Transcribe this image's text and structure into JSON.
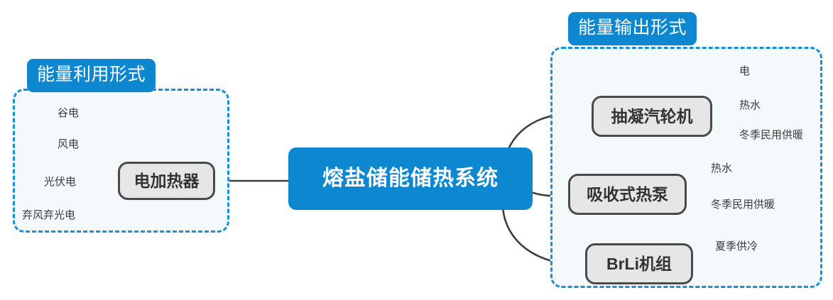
{
  "diagram": {
    "title_center": "熔盐储能储热系统",
    "groups": [
      {
        "id": "input",
        "tag_label": "能量利用形式"
      },
      {
        "id": "output",
        "tag_label": "能量输出形式"
      }
    ],
    "input_branch": {
      "node_label": "电加热器",
      "sources": [
        {
          "label": "谷电"
        },
        {
          "label": "风电"
        },
        {
          "label": "光伏电"
        },
        {
          "label": "弃风弃光电"
        }
      ]
    },
    "output_branches": [
      {
        "node_label": "抽凝汽轮机",
        "outputs": [
          {
            "label": "电"
          },
          {
            "label": "热水"
          },
          {
            "label": "冬季民用供暖"
          }
        ]
      },
      {
        "node_label": "吸收式热泵",
        "outputs": [
          {
            "label": "热水"
          },
          {
            "label": "冬季民用供暖"
          }
        ]
      },
      {
        "node_label": "BrLi机组",
        "outputs": [
          {
            "label": "夏季供冷"
          }
        ]
      }
    ],
    "colors": {
      "accent_blue": "#0d87cf",
      "dash_border": "#1b8fd4",
      "panel_fill": "#f4f9fc",
      "node_fill": "#e6e6e6",
      "node_border": "#4a4a4a",
      "wire": "#3f3f3f",
      "thin_wire": "#8b9399"
    }
  }
}
